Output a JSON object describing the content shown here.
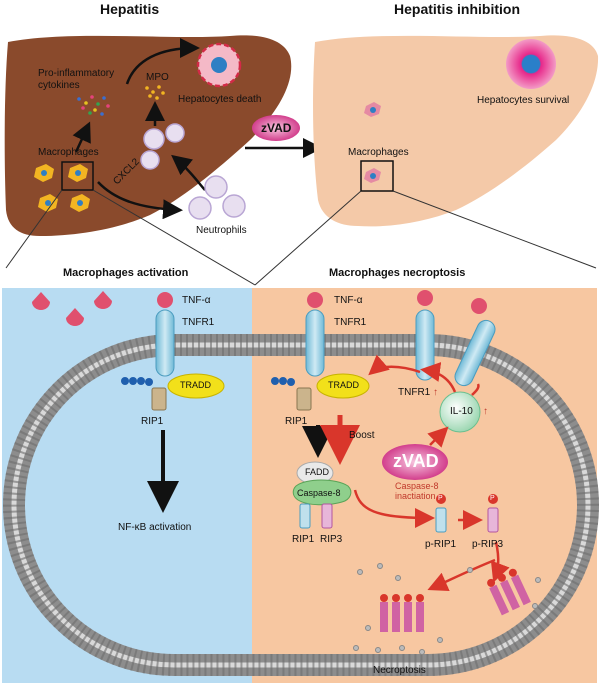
{
  "top": {
    "left_title": "Hepatitis",
    "right_title": "Hepatitis inhibition",
    "pro_inflammatory": "Pro-inflammatory",
    "cytokines": "cytokines",
    "mpo": "MPO",
    "hepatocytes_death": "Hepatocytes death",
    "macrophages_left": "Macrophages",
    "cxcl2": "CXCL2",
    "neutrophils": "Neutrophils",
    "zvad_arrow": "zVAD",
    "hepatocytes_survival": "Hepatocytes survival",
    "macrophages_right": "Macrophages"
  },
  "bottom_left": {
    "title": "Macrophages activation",
    "tnf": "TNF-α",
    "tnfr1": "TNFR1",
    "tradd": "TRADD",
    "rip1": "RIP1",
    "nfkb": "NF-κB activation"
  },
  "bottom_right": {
    "title": "Macrophages necroptosis",
    "tnf": "TNF-α",
    "tnfr1": "TNFR1",
    "tradd": "TRADD",
    "rip1": "RIP1",
    "boost": "Boost",
    "fadd": "FADD",
    "caspase8": "Caspase-8",
    "rip1b": "RIP1",
    "rip3": "RIP3",
    "tnfr1_up": "TNFR1",
    "up_arrow": "↑",
    "il10": "IL-10",
    "zvad": "zVAD",
    "casp_inact1": "Caspase-8",
    "casp_inact2": "inactiation",
    "prip1": "p-RIP1",
    "prip3": "p-RIP3",
    "p": "P",
    "necroptosis": "Necroptosis"
  },
  "colors": {
    "liver_dark": "#8a4a2c",
    "liver_light": "#f4c9a8",
    "panel_blue": "#b8dcf2",
    "panel_peach": "#f7c7a1",
    "arrow_red": "#d9362b",
    "tradd_yellow": "#f2e01a",
    "zvad_pink": "#e0559b"
  }
}
